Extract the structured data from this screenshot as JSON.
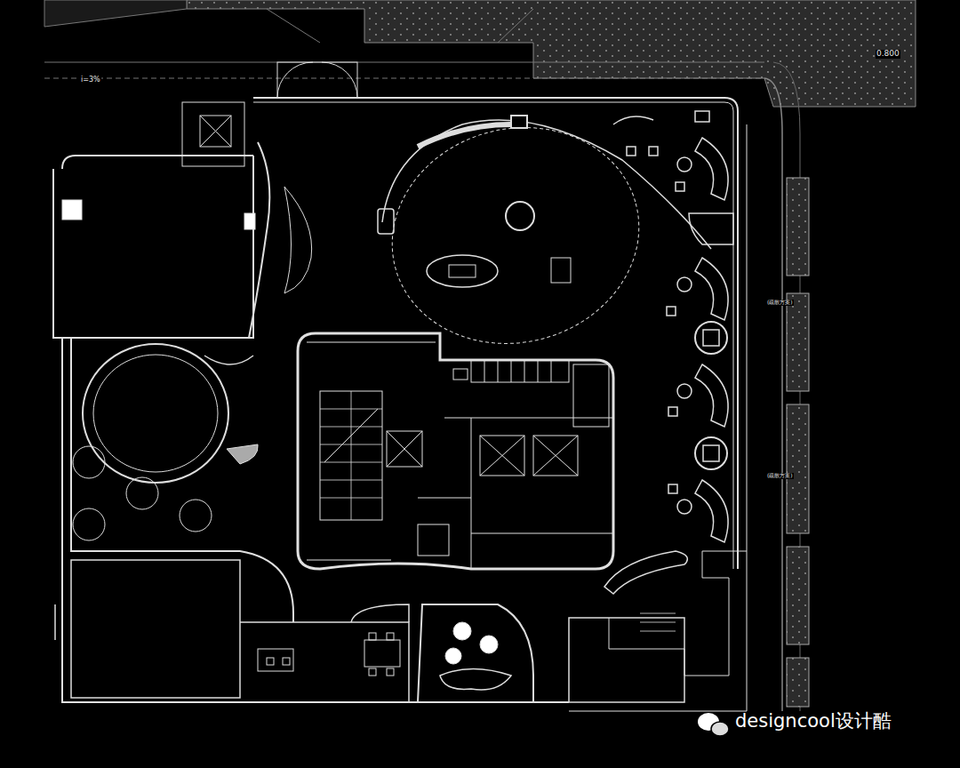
{
  "diagram": {
    "labels": [
      "0.800",
      "i=3%",
      "(疏散方案)",
      "(疏散方案)",
      "designcool设计酷"
    ]
  }
}
